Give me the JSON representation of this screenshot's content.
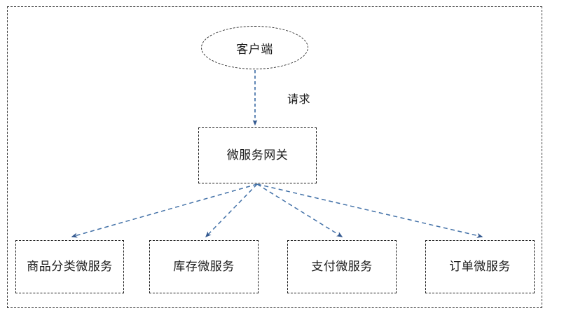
{
  "diagram": {
    "title_text": "",
    "accent_color": "#4472a8",
    "node_border_color": "#1d1d1d",
    "frame_border_color": "#3a3a3a",
    "client": {
      "id": "client",
      "label": "客户端",
      "shape": "ellipse"
    },
    "gateway": {
      "id": "gateway",
      "label": "微服务网关",
      "shape": "rectangle"
    },
    "request_edge": {
      "label": "请求",
      "from": "client",
      "to": "gateway",
      "style": "dashed",
      "color": "#4472a8",
      "arrowhead": "solid-triangle"
    },
    "services": [
      {
        "id": "service-product-category",
        "label": "商品分类微服务",
        "shape": "rectangle"
      },
      {
        "id": "service-inventory",
        "label": "库存微服务",
        "shape": "rectangle"
      },
      {
        "id": "service-payment",
        "label": "支付微服务",
        "shape": "rectangle"
      },
      {
        "id": "service-order",
        "label": "订单微服务",
        "shape": "rectangle"
      }
    ],
    "fanout_edges": {
      "from": "gateway",
      "to": [
        "service-product-category",
        "service-inventory",
        "service-payment",
        "service-order"
      ],
      "style": "dashed",
      "color": "#4472a8",
      "arrowhead": "solid-triangle"
    }
  }
}
